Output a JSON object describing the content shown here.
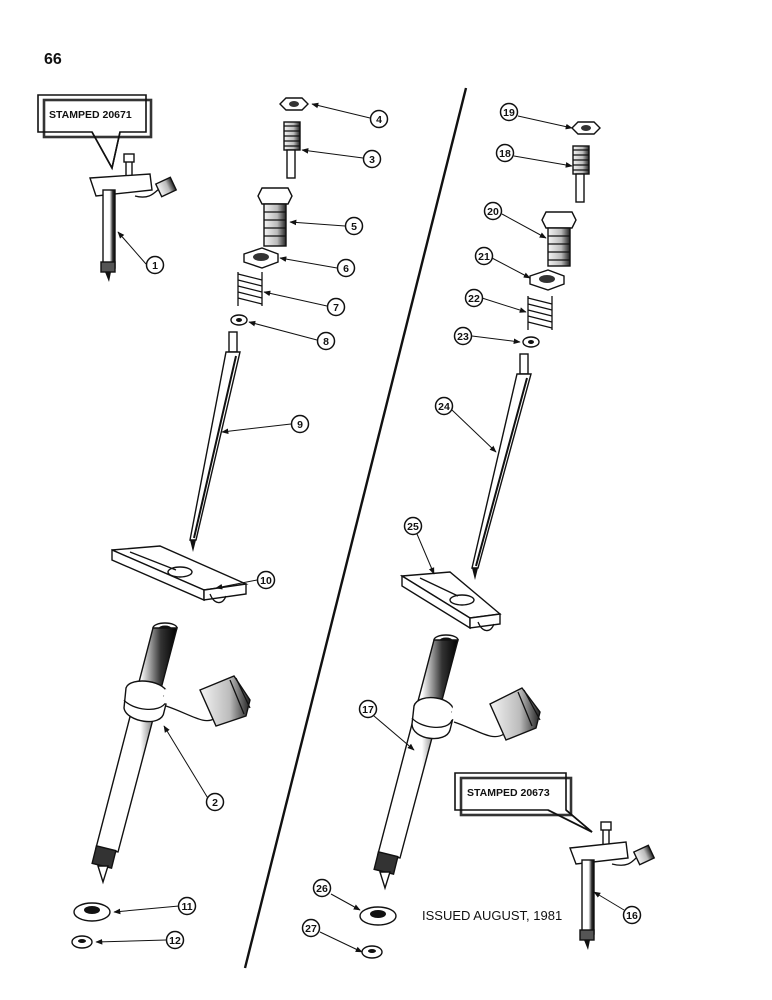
{
  "page_number": "66",
  "issued": "ISSUED AUGUST, 1981",
  "callouts": {
    "left": "STAMPED 20671",
    "right": "STAMPED 20673"
  },
  "part_labels": [
    "1",
    "2",
    "3",
    "4",
    "5",
    "6",
    "7",
    "8",
    "9",
    "10",
    "11",
    "12",
    "16",
    "17",
    "18",
    "19",
    "20",
    "21",
    "22",
    "23",
    "24",
    "25",
    "26",
    "27"
  ]
}
